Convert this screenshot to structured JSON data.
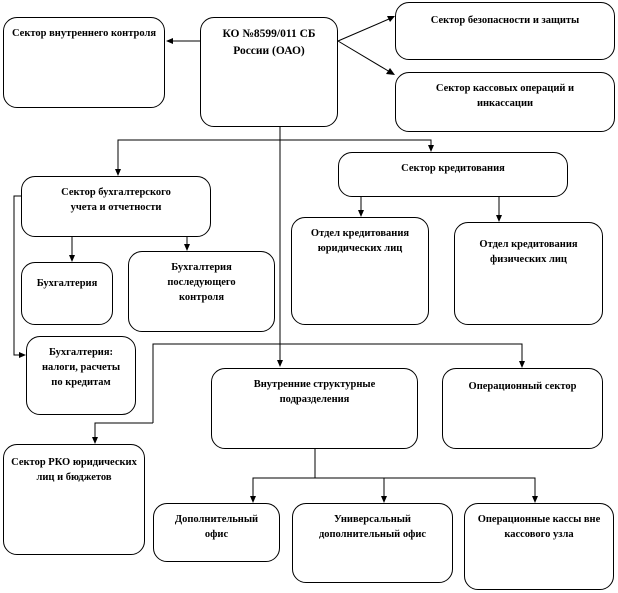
{
  "diagram": {
    "type": "org-chart",
    "root": {
      "label": "КО №8599/011 СБ России (ОАО)"
    },
    "nodes": {
      "internal_control": "Сектор внутреннего контроля",
      "root": "КО №8599/011 СБ России (ОАО)",
      "security": "Сектор безопасности и защиты",
      "cash_ops": "Сектор кассовых операций и инкассации",
      "accounting": "Сектор бухгалтерского учета и отчетности",
      "bookkeeping": "Бухгалтерия",
      "followup_control": "Бухгалтерия последующего контроля",
      "accounting_taxes": "Бухгалтерия: налоги, расчеты по кредитам",
      "lending": "Сектор кредитования",
      "lending_legal": "Отдел кредитования юридических лиц",
      "lending_individuals": "Отдел кредитования физических лиц",
      "internal_units": "Внутренние структурные подразделения",
      "operations": "Операционный сектор",
      "rko": "Сектор РКО юридических лиц и бюджетов",
      "additional_office": "Дополнительный офис",
      "universal_office": "Универсальный дополнительный офис",
      "cash_desks": "Операционные кассы вне кассового узла"
    },
    "edges": [
      [
        "root",
        "internal_control"
      ],
      [
        "root",
        "security"
      ],
      [
        "root",
        "cash_ops"
      ],
      [
        "root",
        "accounting"
      ],
      [
        "root",
        "lending"
      ],
      [
        "accounting",
        "bookkeeping"
      ],
      [
        "accounting",
        "followup_control"
      ],
      [
        "accounting",
        "accounting_taxes"
      ],
      [
        "lending",
        "lending_legal"
      ],
      [
        "lending",
        "lending_individuals"
      ],
      [
        "root",
        "internal_units"
      ],
      [
        "root",
        "operations"
      ],
      [
        "root",
        "rko"
      ],
      [
        "internal_units",
        "additional_office"
      ],
      [
        "internal_units",
        "universal_office"
      ],
      [
        "internal_units",
        "cash_desks"
      ]
    ]
  }
}
